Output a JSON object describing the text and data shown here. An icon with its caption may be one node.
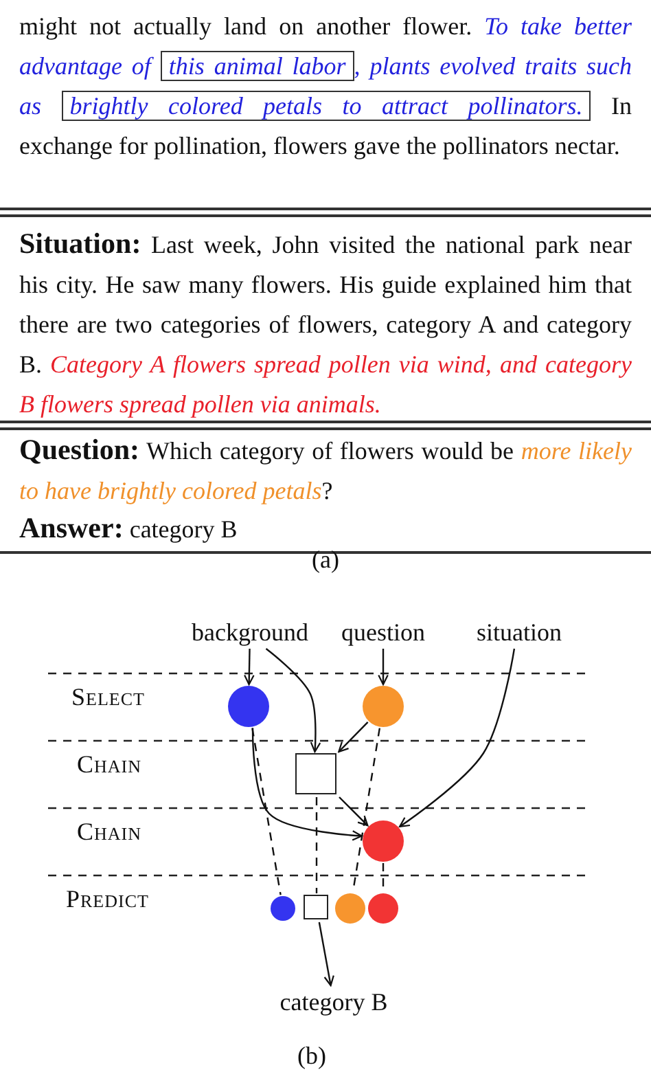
{
  "diagram": {
    "nodes": [
      {
        "text": [
          "this animal labor"
        ]
      },
      {
        "text": [
          "brightly colored petals to attract pollinators."
        ]
      },
      {
        "text": [
          "background"
        ]
      },
      {
        "text": [
          "question"
        ]
      },
      {
        "text": [
          "situation"
        ]
      },
      {
        "text": [],
        "shape": "circle"
      },
      {
        "text": [],
        "shape": "circle"
      },
      {
        "text": [],
        "shape": "box"
      },
      {
        "text": [],
        "shape": "circle"
      },
      {
        "text": [],
        "shape": "circle"
      },
      {
        "text": [],
        "shape": "box"
      },
      {
        "text": [],
        "shape": "circle"
      },
      {
        "text": [],
        "shape": "circle"
      },
      {
        "text": [
          "category B"
        ]
      }
    ],
    "edges": [
      {
        "from": 2,
        "to": 5,
        "arrow": "to"
      },
      {
        "from": 2,
        "to": 7,
        "arrow": "to"
      },
      {
        "from": 3,
        "to": 6,
        "arrow": "to"
      },
      {
        "from": 4,
        "to": 8,
        "arrow": "to"
      },
      {
        "from": 6,
        "to": 7,
        "arrow": "to"
      },
      {
        "from": 5,
        "to": 8,
        "arrow": "to"
      },
      {
        "from": 7,
        "to": 8,
        "arrow": "to"
      },
      {
        "from": 5,
        "to": 9,
        "arrow": "none",
        "style": "dashed"
      },
      {
        "from": 7,
        "to": 10,
        "arrow": "none",
        "style": "dashed"
      },
      {
        "from": 6,
        "to": 11,
        "arrow": "none",
        "style": "dashed"
      },
      {
        "from": 8,
        "to": 12,
        "arrow": "none",
        "style": "dashed"
      },
      {
        "from": 10,
        "to": 13,
        "arrow": "to"
      }
    ],
    "labels": [
      "might not actually land on another flower. *To take better advantage of*",
      ", plants evolved traits such as",
      "In exchange for pollination, flowers gave the pollinators nectar.",
      "**Situation:** Last week, John visited the national park near his city. He saw many flowers. His guide explained him that there are two categories of flowers, category A and category B. *Category A flowers spread pollen via wind, and category B flowers spread pollen via animals.*",
      "**Question:** Which category of flowers would be *more likely to have brightly colored petals*?",
      "**Answer:** category B",
      "(a)",
      "Select",
      "Chain",
      "Chain",
      "Predict",
      "(b)"
    ]
  }
}
